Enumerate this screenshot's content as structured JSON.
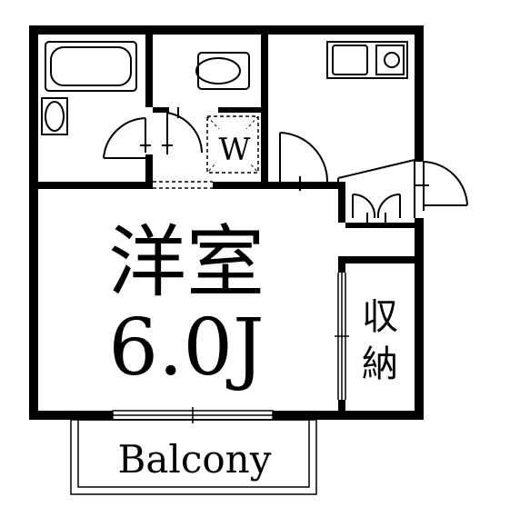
{
  "main_room": {
    "name": "洋室",
    "size": "6.0J"
  },
  "storage": {
    "char1": "収",
    "char2": "納"
  },
  "washer": {
    "label": "W"
  },
  "balcony": {
    "label": "Balcony"
  }
}
